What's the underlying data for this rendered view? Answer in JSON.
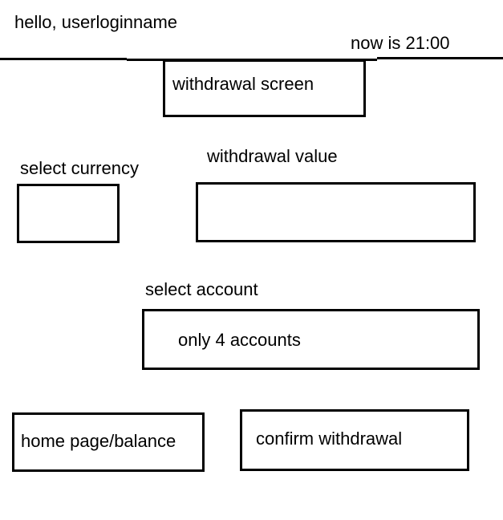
{
  "header": {
    "greeting": "hello, userloginname",
    "time": "now is 21:00"
  },
  "screen": {
    "title": "withdrawal screen"
  },
  "form": {
    "currency_label": "select currency",
    "currency_value": "",
    "amount_label": "withdrawal value",
    "amount_value": "",
    "account_label": "select account",
    "account_value": "only 4 accounts"
  },
  "actions": {
    "home_label": "home page/balance",
    "confirm_label": "confirm withdrawal"
  }
}
